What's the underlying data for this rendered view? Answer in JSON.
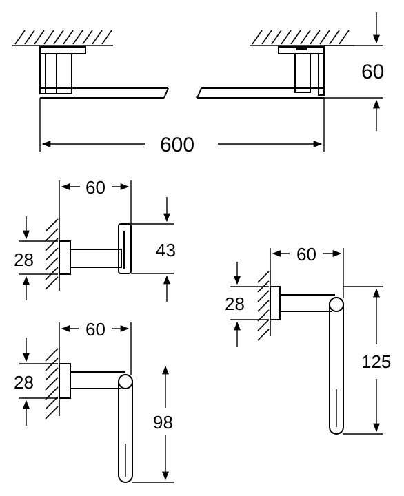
{
  "dimensions": {
    "towel_bar_length": "600",
    "towel_bar_projection": "60",
    "hook_projection": "60",
    "hook_height": "43",
    "hook_rosette": "28",
    "ring_large_projection": "60",
    "ring_large_rosette": "28",
    "ring_large_height": "125",
    "ring_small_projection": "60",
    "ring_small_rosette": "28",
    "ring_small_height": "98"
  }
}
